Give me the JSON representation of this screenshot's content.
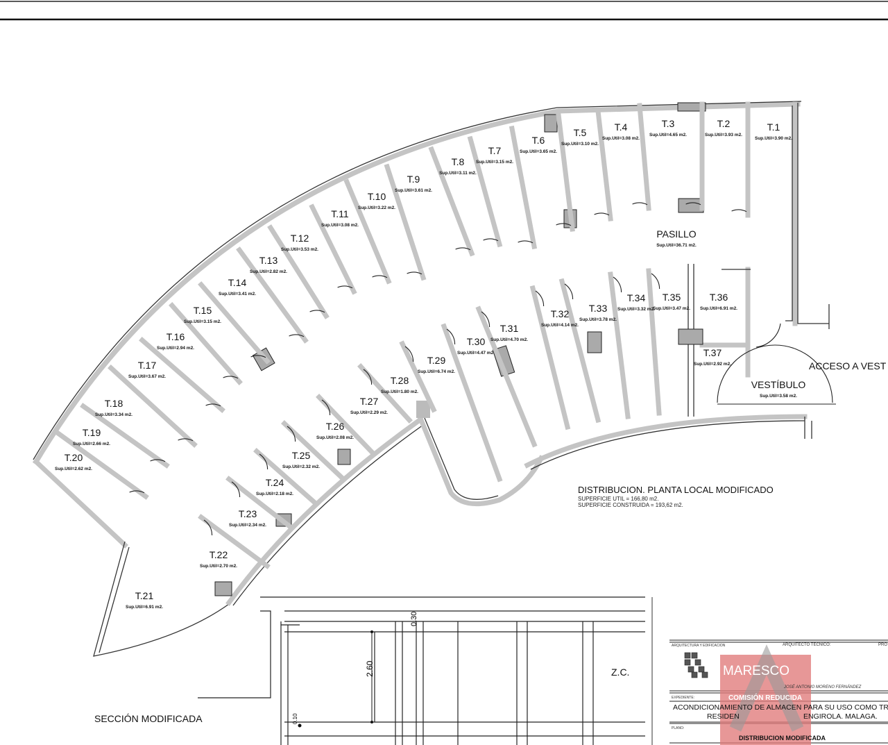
{
  "drawing": {
    "rooms": [
      {
        "label": "T.1",
        "area": "Sup.Util=3.90 m2."
      },
      {
        "label": "T.2",
        "area": "Sup.Util=3.93 m2."
      },
      {
        "label": "T.3",
        "area": "Sup.Util=4.65 m2."
      },
      {
        "label": "T.4",
        "area": "Sup.Util=3.08 m2."
      },
      {
        "label": "T.5",
        "area": "Sup.Util=3.10 m2."
      },
      {
        "label": "T.6",
        "area": "Sup.Util=3.65 m2."
      },
      {
        "label": "T.7",
        "area": "Sup.Util=3.15 m2."
      },
      {
        "label": "T.8",
        "area": "Sup.Util=3.11 m2."
      },
      {
        "label": "T.9",
        "area": "Sup.Util=3.61 m2."
      },
      {
        "label": "T.10",
        "area": "Sup.Util=3.22 m2."
      },
      {
        "label": "T.11",
        "area": "Sup.Util=3.08 m2."
      },
      {
        "label": "T.12",
        "area": "Sup.Util=3.53 m2."
      },
      {
        "label": "T.13",
        "area": "Sup.Util=2.82 m2."
      },
      {
        "label": "T.14",
        "area": "Sup.Util=3.41 m2."
      },
      {
        "label": "T.15",
        "area": "Sup.Util=3.15 m2."
      },
      {
        "label": "T.16",
        "area": "Sup.Util=2.94 m2."
      },
      {
        "label": "T.17",
        "area": "Sup.Util=3.67 m2."
      },
      {
        "label": "T.18",
        "area": "Sup.Util=3.34 m2."
      },
      {
        "label": "T.19",
        "area": "Sup.Util=2.66 m2."
      },
      {
        "label": "T.20",
        "area": "Sup.Util=2.62 m2."
      },
      {
        "label": "T.21",
        "area": "Sup.Util=6.91 m2."
      },
      {
        "label": "T.22",
        "area": "Sup.Util=2.70 m2."
      },
      {
        "label": "T.23",
        "area": "Sup.Util=2.34 m2."
      },
      {
        "label": "T.24",
        "area": "Sup.Util=2.18 m2."
      },
      {
        "label": "T.25",
        "area": "Sup.Util=2.32 m2."
      },
      {
        "label": "T.26",
        "area": "Sup.Util=2.08 m2."
      },
      {
        "label": "T.27",
        "area": "Sup.Util=2.29 m2."
      },
      {
        "label": "T.28",
        "area": "Sup.Util=1.80 m2."
      },
      {
        "label": "T.29",
        "area": "Sup.Util=6.74 m2."
      },
      {
        "label": "T.30",
        "area": "Sup.Util=4.47 m2."
      },
      {
        "label": "T.31",
        "area": "Sup.Util=4.70 m2."
      },
      {
        "label": "T.32",
        "area": "Sup.Util=4.14 m2."
      },
      {
        "label": "T.33",
        "area": "Sup.Util=3.78 m2."
      },
      {
        "label": "T.34",
        "area": "Sup.Util=3.32 m2."
      },
      {
        "label": "T.35",
        "area": "Sup.Util=3.47 m2."
      },
      {
        "label": "T.36",
        "area": "Sup.Util=6.91 m2."
      },
      {
        "label": "T.37",
        "area": "Sup.Util=2.92 m2."
      },
      {
        "label": "PASILLO",
        "area": "Sup.Util=36.71 m2."
      },
      {
        "label": "VESTÍBULO",
        "area": "Sup.Util=3.58 m2."
      }
    ],
    "access_label": "ACCESO A VEST",
    "plan_title": "DISTRIBUCION. PLANTA LOCAL MODIFICADO",
    "superficie_util": "SUPERFICIE UTIL = 166,80 m2.",
    "superficie_construida": "SUPERFICIE CONSTRUIDA = 193,62 m2.",
    "section_title": "SECCIÓN MODIFICADA",
    "zc_label": "Z.C.",
    "dim_height": "2.60",
    "dim_top": "0.30",
    "dim_bottom": "0.10"
  },
  "title_block": {
    "firm": "ARQUITECTURA Y EDIFICACION",
    "architect_label": "ARQUITECTO TECNICO:",
    "pro_label": "PRO",
    "architect_name": "JOSÉ ANTONIO MORENO FERNÁNDEZ",
    "expediente_label": "EXPEDIENTE:",
    "project_line1": "ACONDICIONAMIENTO DE ALMACEN PARA SU USO COMO TRASTI",
    "project_line2a": "RESIDEN",
    "project_line2b": "ENGIROLA. MALAGA.",
    "plano_label": "PLANO:",
    "plano_name": "DISTRIBUCION MODIFICADA"
  },
  "watermark": {
    "brand": "MARESCO",
    "tagline": "COMISIÓN REDUCIDA",
    "color": "#e07a7a"
  }
}
